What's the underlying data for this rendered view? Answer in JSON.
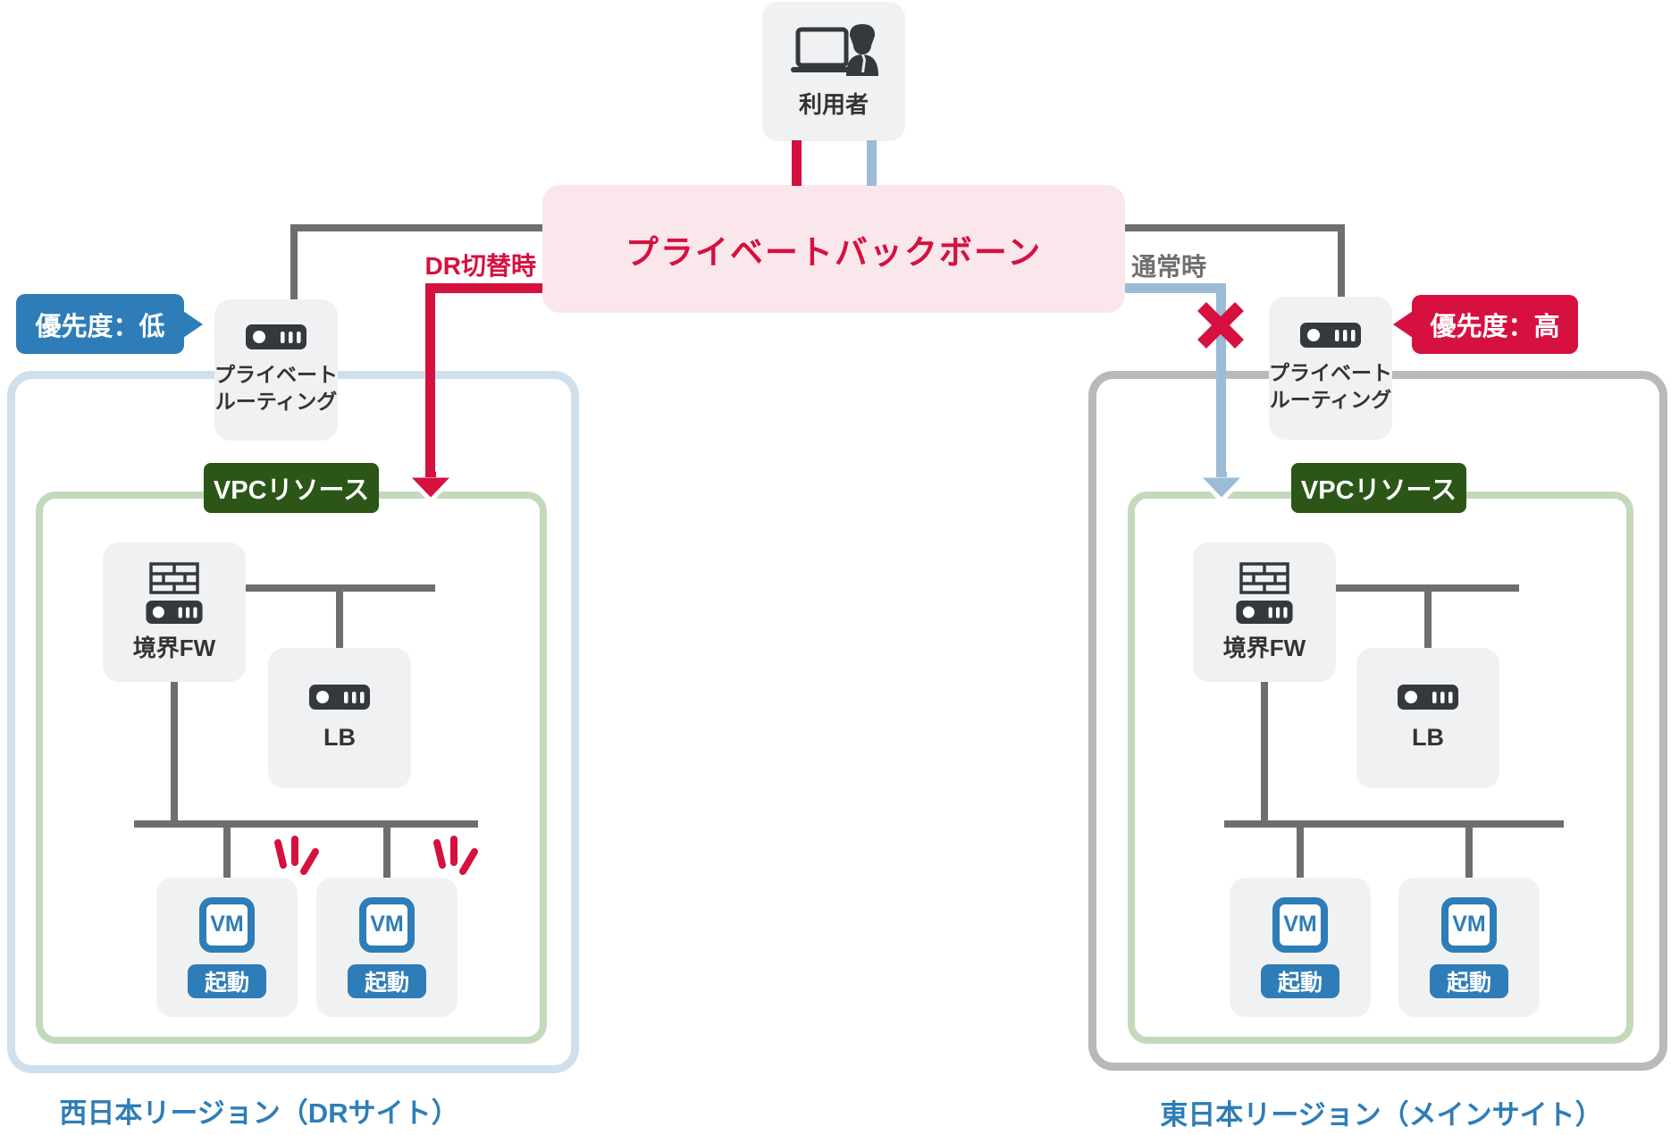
{
  "user": {
    "label": "利用者"
  },
  "backbone": {
    "label": "プライベートバックボーン"
  },
  "links": {
    "dr": "DR切替時",
    "normal": "通常時"
  },
  "left": {
    "priority": "優先度：低",
    "router": [
      "プライベート",
      "ルーティング"
    ],
    "vpc": "VPCリソース",
    "fw": "境界FW",
    "lb": "LB",
    "vm": "VM",
    "boot": "起動",
    "region": "西日本リージョン（DRサイト）"
  },
  "right": {
    "priority": "優先度：高",
    "router": [
      "プライベート",
      "ルーティング"
    ],
    "vpc": "VPCリソース",
    "fw": "境界FW",
    "lb": "LB",
    "vm": "VM",
    "boot": "起動",
    "region": "東日本リージョン（メインサイト）"
  },
  "colors": {
    "accent_red": "#d6103f",
    "accent_blue": "#2e7db8",
    "normal_path_blue": "#9cbcd6",
    "vpc_green": "#2b5617",
    "vpc_border_green": "#c4d9bb",
    "backbone_pink": "#f9e7eb",
    "line_gray": "#6e6e6e",
    "west_border": "#cfe0ec",
    "east_border": "#b9b9b9",
    "node_gray": "#f0f1f3",
    "icon_dark": "#35393d"
  }
}
